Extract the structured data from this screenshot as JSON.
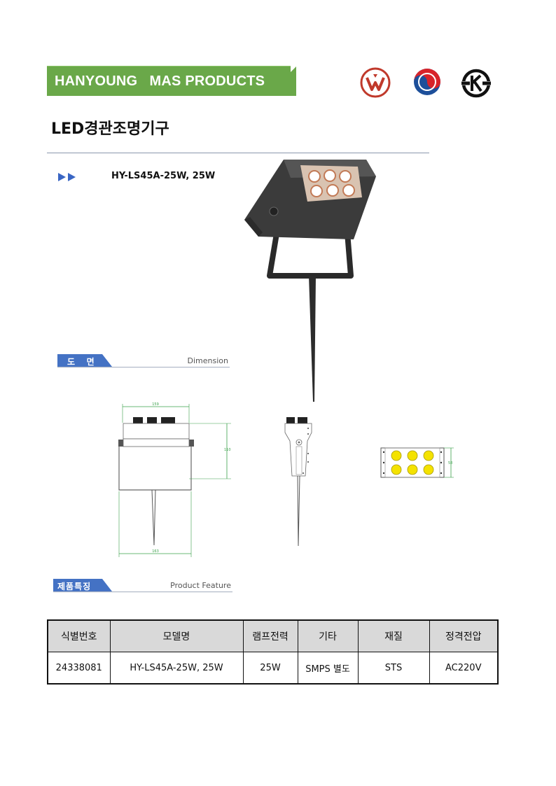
{
  "header": {
    "brand": "HANYOUNG   MAS PRODUCTS",
    "logos": [
      "hanyoung-logo-icon",
      "korea-taegeuk-icon",
      "kc-mark-icon"
    ],
    "brand_color": "#6aa849"
  },
  "title": "LED경관조명기구",
  "model_label": "HY-LS45A-25W, 25W",
  "sections": {
    "dimension": {
      "ko": "도   면",
      "en": "Dimension"
    },
    "feature": {
      "ko": "제품특징",
      "en": "Product Feature"
    },
    "bar_color": "#4472c4"
  },
  "drawing": {
    "front_width": "159",
    "front_height": "110",
    "front_bottom": "163",
    "module_height": "58"
  },
  "table": {
    "headers": [
      "식별번호",
      "모델명",
      "램프전력",
      "기타",
      "재질",
      "정격전압"
    ],
    "rows": [
      [
        "24338081",
        "HY-LS45A-25W, 25W",
        "25W",
        "SMPS 별도",
        "STS",
        "AC220V"
      ]
    ]
  }
}
